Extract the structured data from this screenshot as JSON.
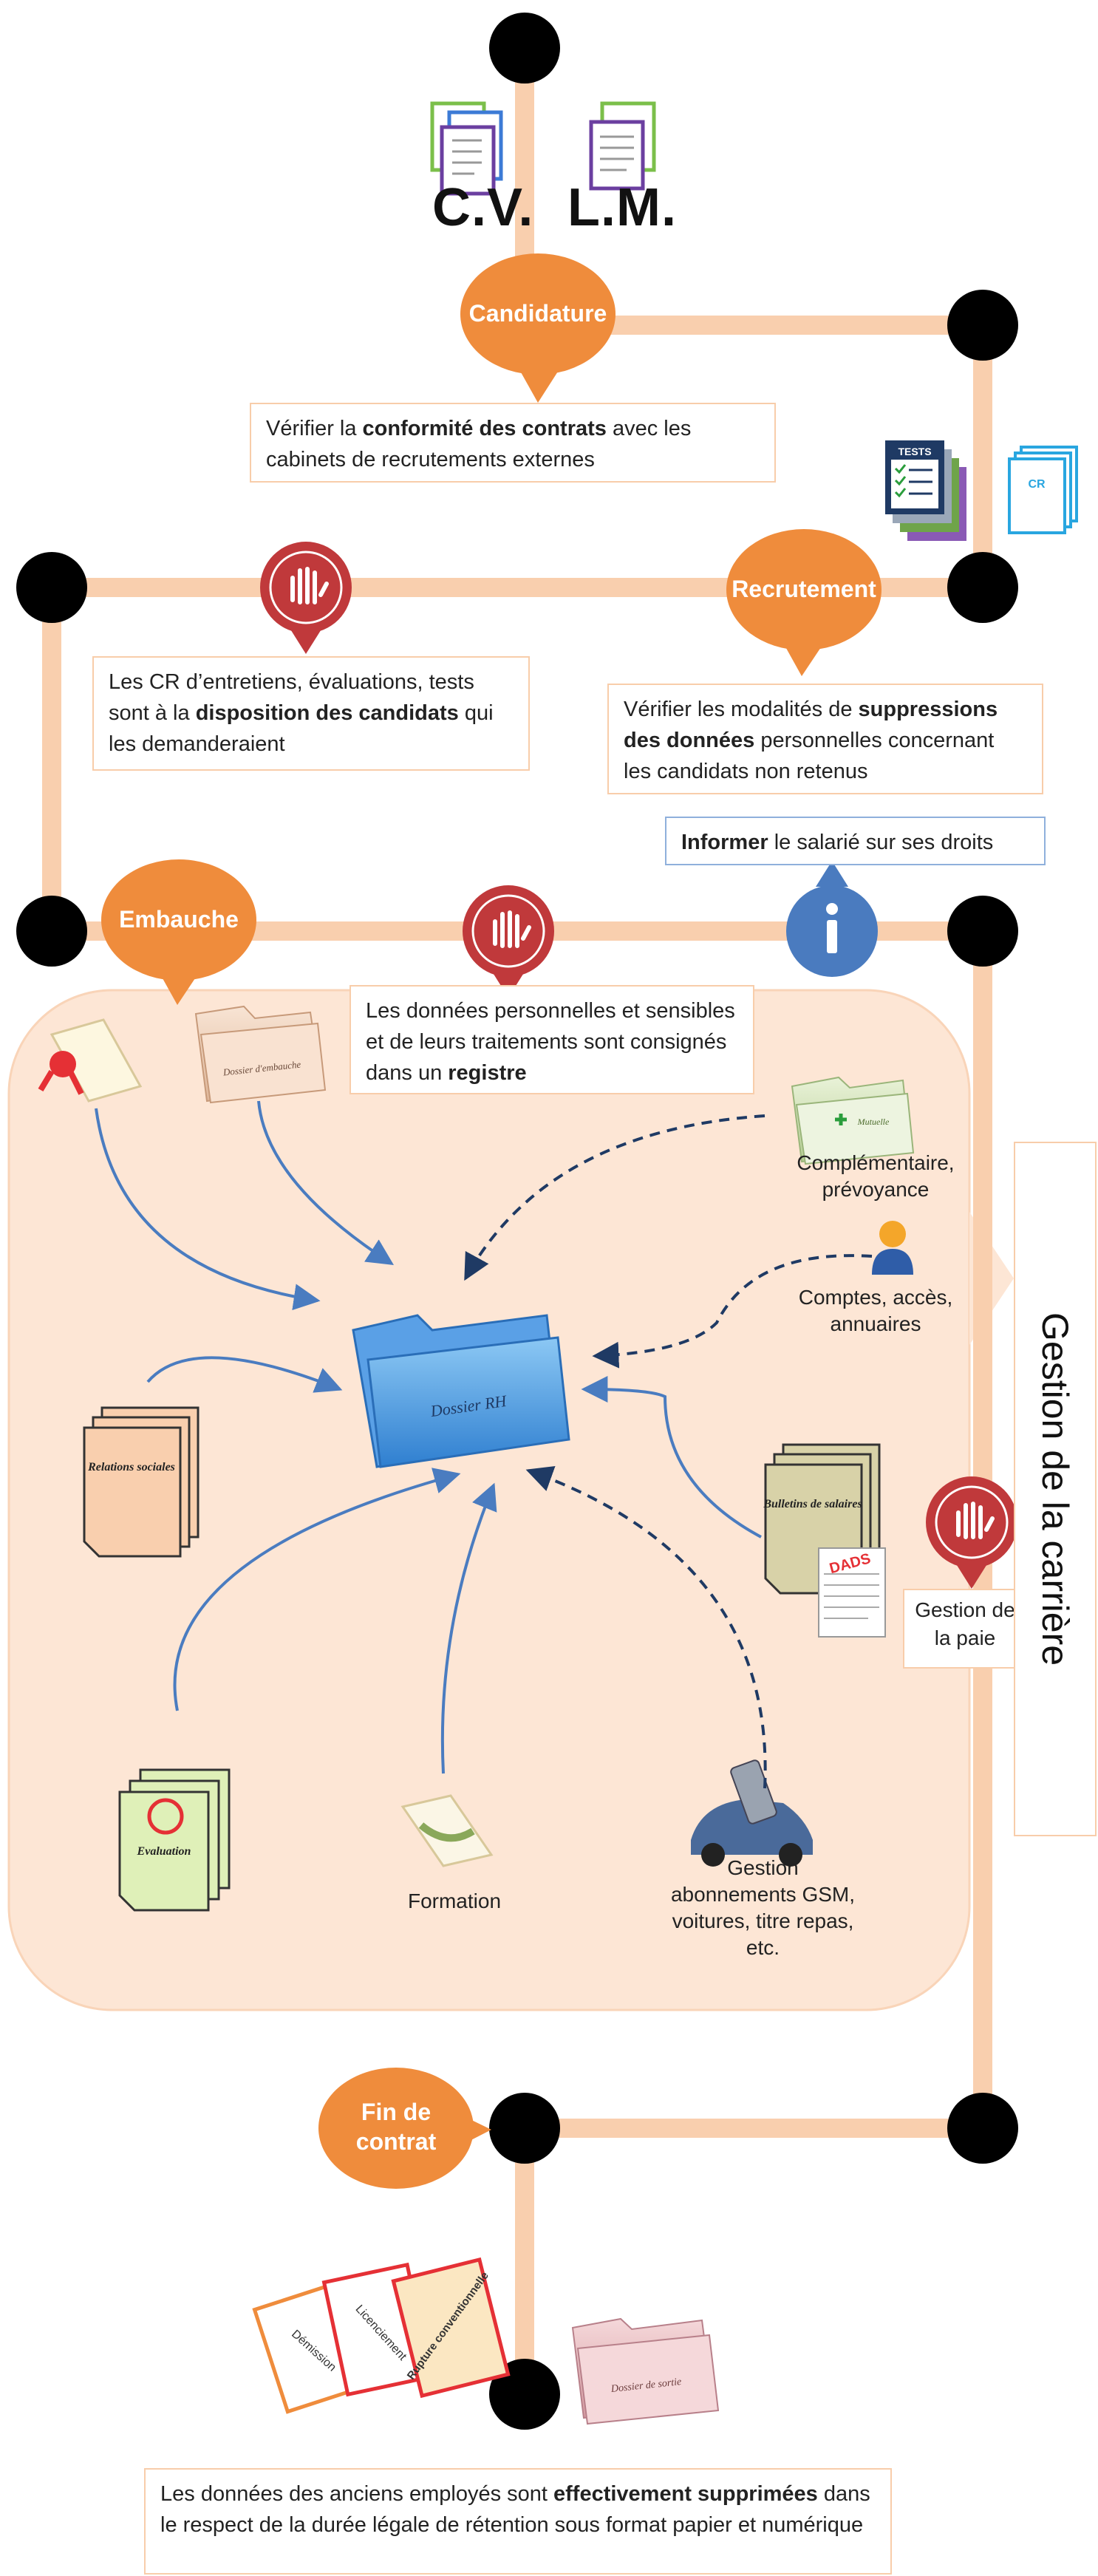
{
  "top_labels": {
    "cv": "C.V.",
    "lm": "L.M."
  },
  "bubbles": {
    "candidature": "Candidature",
    "recrutement": "Recrutement",
    "embauche": "Embauche",
    "fin_line1": "Fin de",
    "fin_line2": "contrat"
  },
  "icons": {
    "tests": "TESTS",
    "cr": "CR"
  },
  "notes": {
    "n1_a": "Vérifier la ",
    "n1_b": "conformité des contrats",
    "n1_c": " avec les cabinets de recrutements externes",
    "n2_a": "Les CR d’entretiens, évaluations, tests sont à la ",
    "n2_b": "disposition des candidats",
    "n2_c": " qui les demanderaient",
    "n3_a": "Vérifier les modalités de ",
    "n3_b": "suppressions des données",
    "n3_c": " personnelles concernant les candidats non retenus",
    "n4_b": "Informer",
    "n4_c": " le salarié sur ses droits",
    "n5_a": "Les données personnelles et sensibles et de leurs traitements sont consignés dans un ",
    "n5_b": "registre",
    "n6_a": "Les données des anciens employés sont ",
    "n6_b": "effectivement supprimées",
    "n6_c": " dans le respect de la durée légale de rétention sous format papier et numérique"
  },
  "docs": {
    "dossier_embauche": "Dossier d'embauche",
    "dossier_rh": "Dossier RH",
    "relations_sociales": "Relations sociales",
    "bulletins_salaires": "Bulletins de salaires",
    "dads": "DADS",
    "evaluation": "Evaluation",
    "mutuelle": "Mutuelle",
    "dossier_sortie": "Dossier de sortie",
    "demission": "Démission",
    "licenciement": "Licenciement",
    "rupture": "Rupture conventionnelle"
  },
  "labels": {
    "complementaire": "Complémentaire, prévoyance",
    "comptes": "Comptes, accès, annuaires",
    "gestion_paie": "Gestion de la paie",
    "formation": "Formation",
    "gestion_abonnements": "Gestion abonnements GSM, voitures, titre repas, etc."
  },
  "vertical_title": "Gestion de la carrière",
  "colors": {
    "path": "#f9cfae",
    "zone": "#fde6d5",
    "node": "#000000",
    "orange_bubble": "#ef8c3c",
    "red_bubble": "#c0393b",
    "blue_bubble": "#4a7bbf",
    "arrow": "#4a7cc0",
    "dashed_arrow": "#1f3a64"
  }
}
